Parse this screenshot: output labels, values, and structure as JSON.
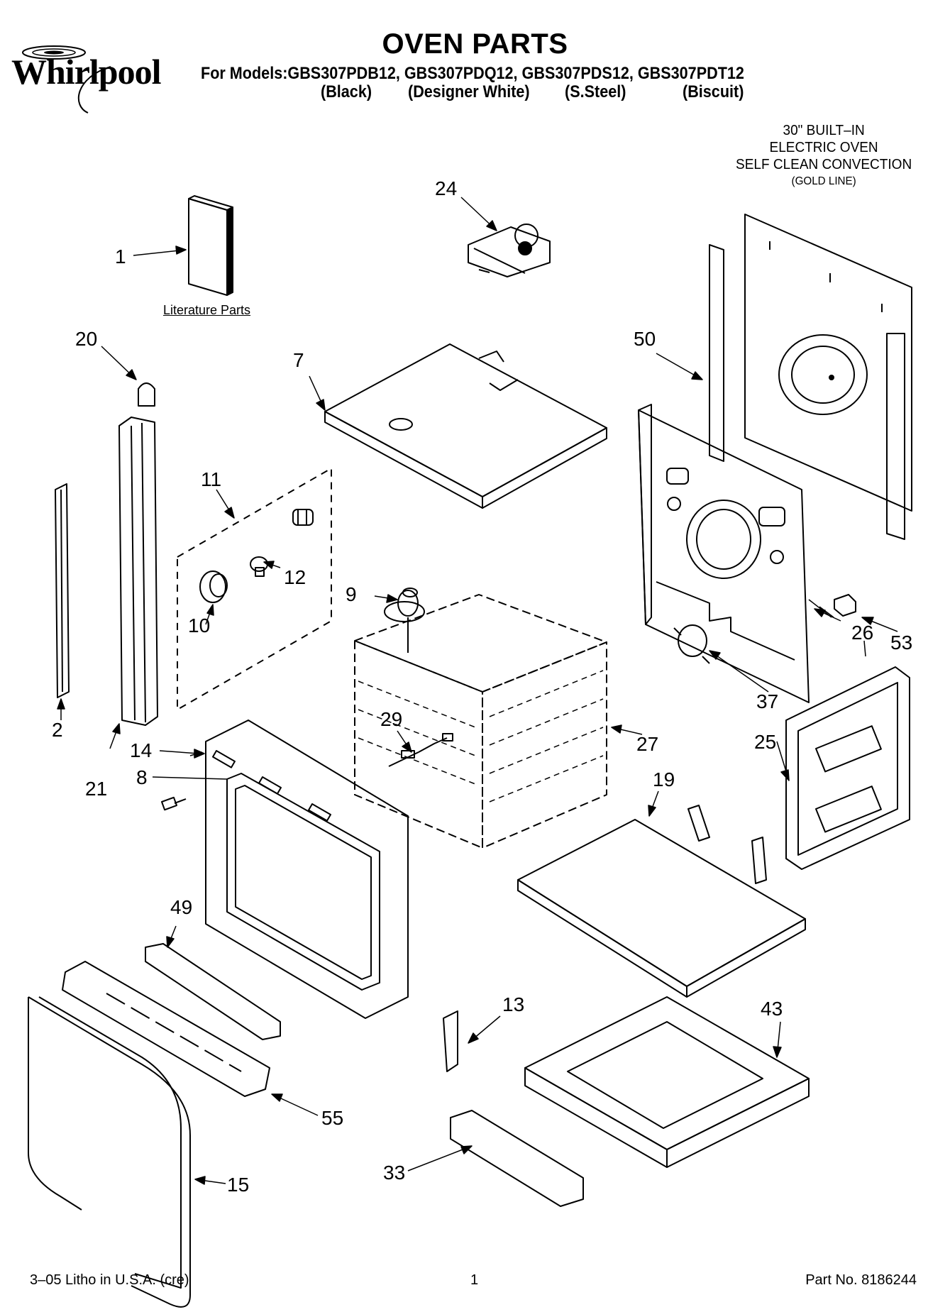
{
  "brand": "Whirlpool",
  "title": "OVEN PARTS",
  "models_line": "For Models:GBS307PDB12, GBS307PDQ12, GBS307PDS12, GBS307PDT12",
  "finishes": [
    "(Black)",
    "(Designer White)",
    "(S.Steel)",
    "(Biscuit)"
  ],
  "product_description": [
    "30\" BUILT–IN",
    "ELECTRIC OVEN",
    "SELF CLEAN CONVECTION",
    "(GOLD LINE)"
  ],
  "literature_label": "Literature Parts",
  "callouts": [
    "1",
    "2",
    "7",
    "8",
    "9",
    "10",
    "11",
    "12",
    "13",
    "14",
    "15",
    "19",
    "20",
    "21",
    "24",
    "25",
    "26",
    "27",
    "29",
    "33",
    "37",
    "43",
    "49",
    "50",
    "53",
    "55"
  ],
  "footer": {
    "left": "3–05 Litho in U.S.A. (cre)",
    "center": "1",
    "right": "Part No. 8186244"
  }
}
